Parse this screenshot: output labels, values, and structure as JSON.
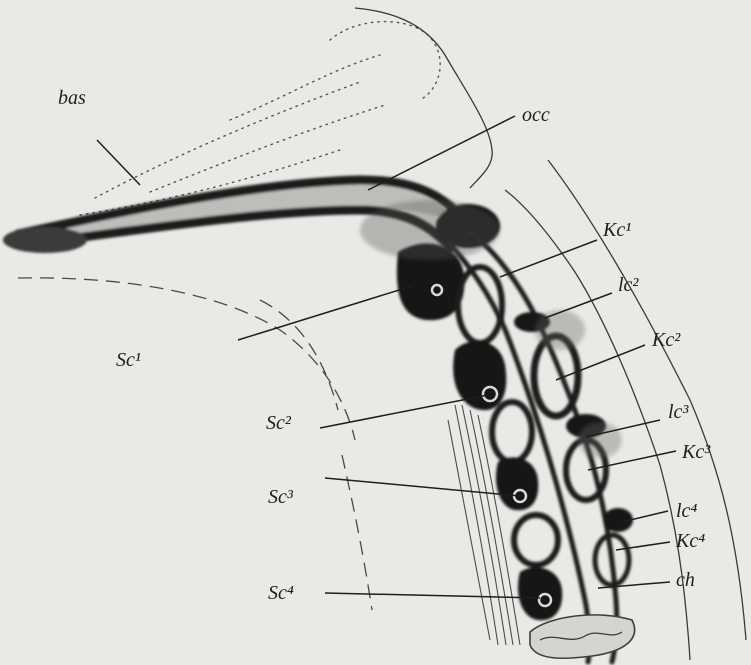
{
  "figure": {
    "labels": {
      "bas": "bas",
      "occ": "occ",
      "kc1": "Kc¹",
      "lc2": "lc²",
      "kc2": "Kc²",
      "sc1": "Sc¹",
      "lc3": "lc³",
      "sc2": "Sc²",
      "kc3": "Kc³",
      "sc3": "Sc³",
      "lc4": "lc⁴",
      "kc4": "Kc⁴",
      "sc4": "Sc⁴",
      "ch": "ch"
    }
  },
  "colors": {
    "background": "#e9e9e6",
    "ink": "#1b1b1b"
  }
}
